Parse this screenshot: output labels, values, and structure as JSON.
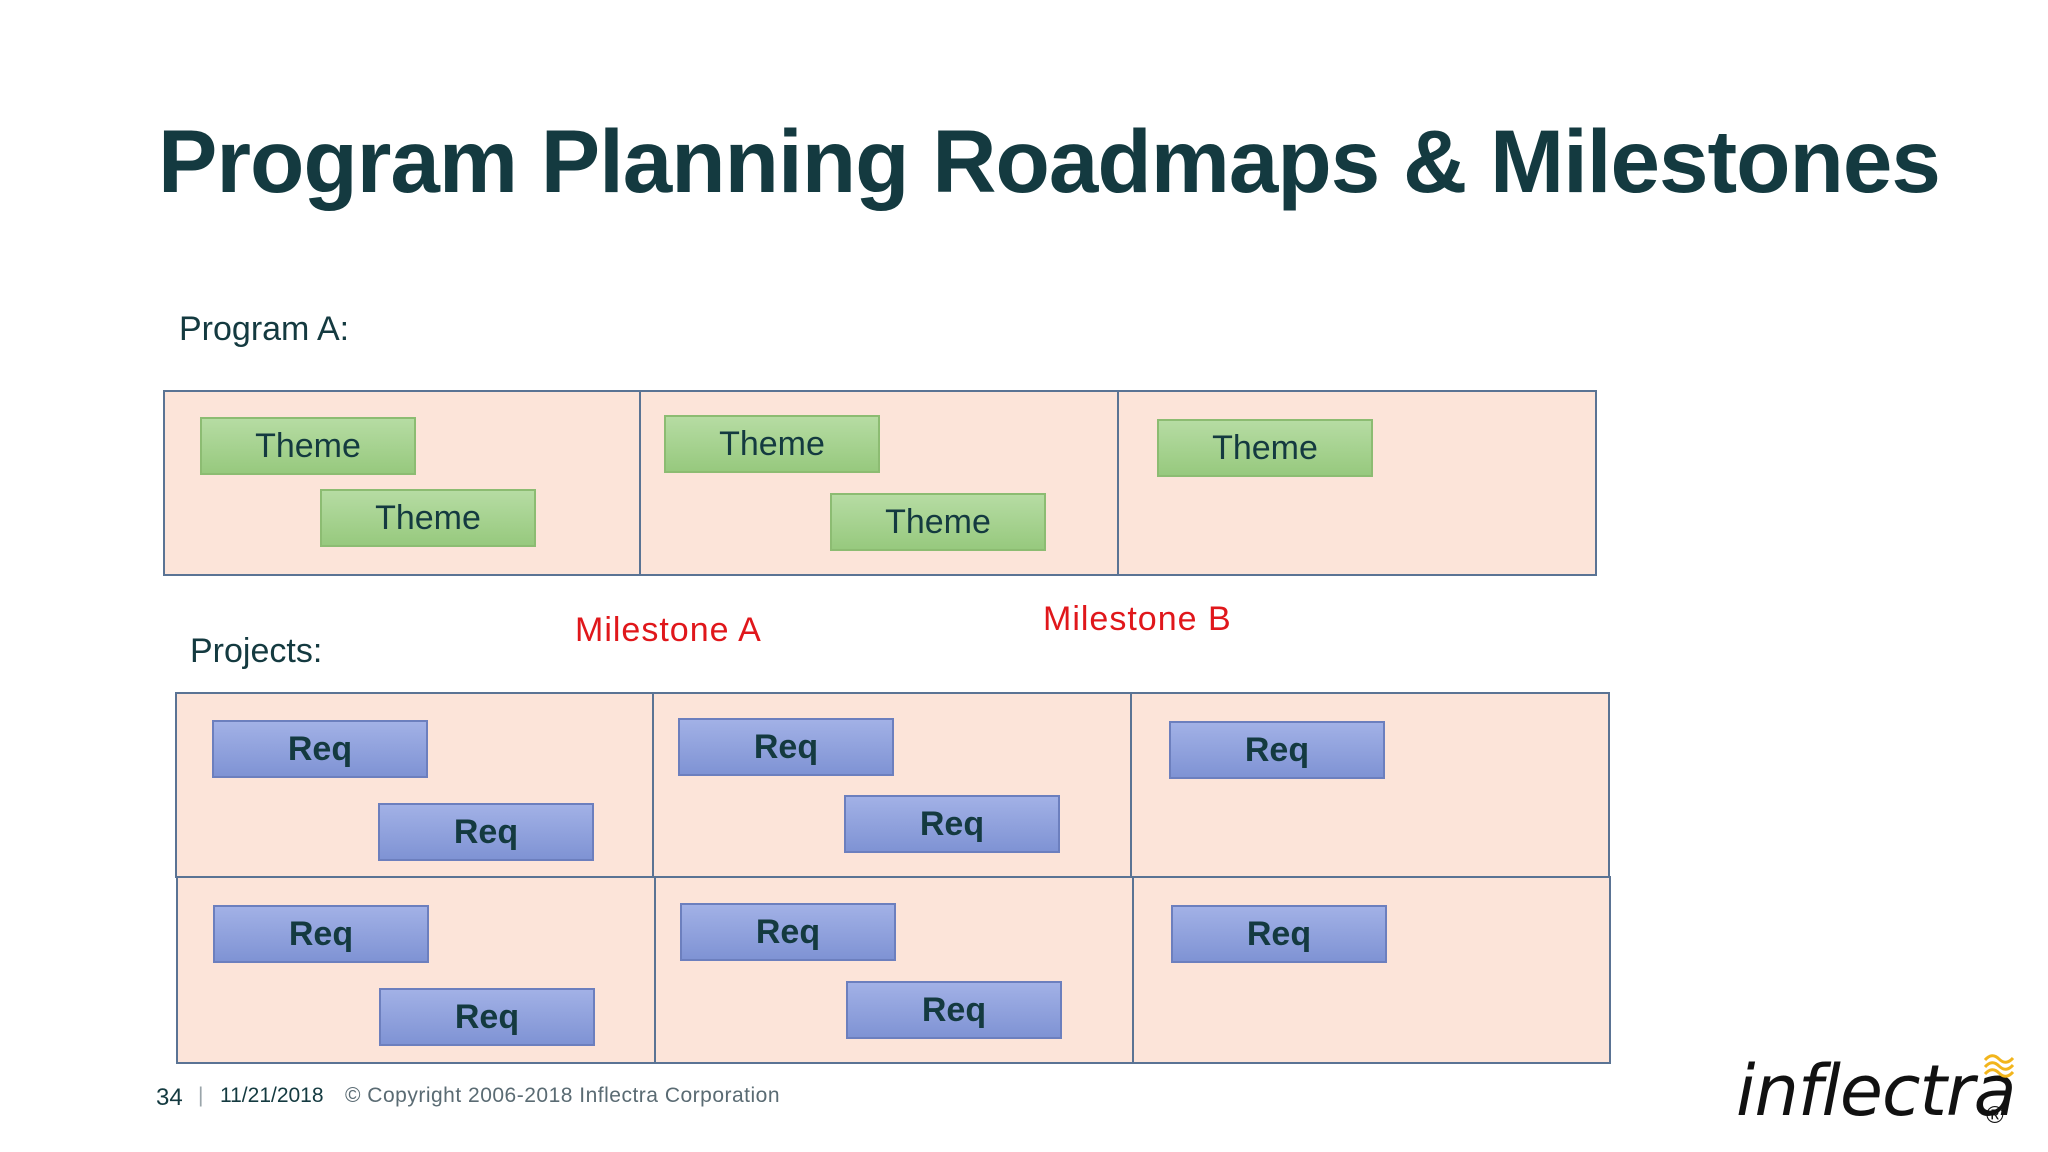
{
  "title": "Program Planning Roadmaps & Milestones",
  "program": {
    "label": "Program A:",
    "cells": [
      {
        "items": [
          "Theme",
          "Theme"
        ]
      },
      {
        "items": [
          "Theme",
          "Theme"
        ]
      },
      {
        "items": [
          "Theme"
        ]
      }
    ]
  },
  "milestones": [
    "Milestone A",
    "Milestone B"
  ],
  "projects": {
    "label": "Projects:",
    "rows": [
      {
        "cells": [
          {
            "items": [
              "Req",
              "Req"
            ]
          },
          {
            "items": [
              "Req",
              "Req"
            ]
          },
          {
            "items": [
              "Req"
            ]
          }
        ]
      },
      {
        "cells": [
          {
            "items": [
              "Req",
              "Req"
            ]
          },
          {
            "items": [
              "Req",
              "Req"
            ]
          },
          {
            "items": [
              "Req"
            ]
          }
        ]
      }
    ]
  },
  "footer": {
    "page": "34",
    "separator": "|",
    "date": "11/21/2018",
    "copyright": "© Copyright 2006-2018 Inflectra Corporation"
  },
  "logo": {
    "text": "inflectra",
    "reg": "®"
  },
  "colors": {
    "title": "#143a40",
    "milestone": "#e0171b",
    "cell_fill": "#fce4d9",
    "cell_border": "#5a7394",
    "theme_fill": "#a9d18e",
    "req_fill": "#8fa2dc"
  }
}
